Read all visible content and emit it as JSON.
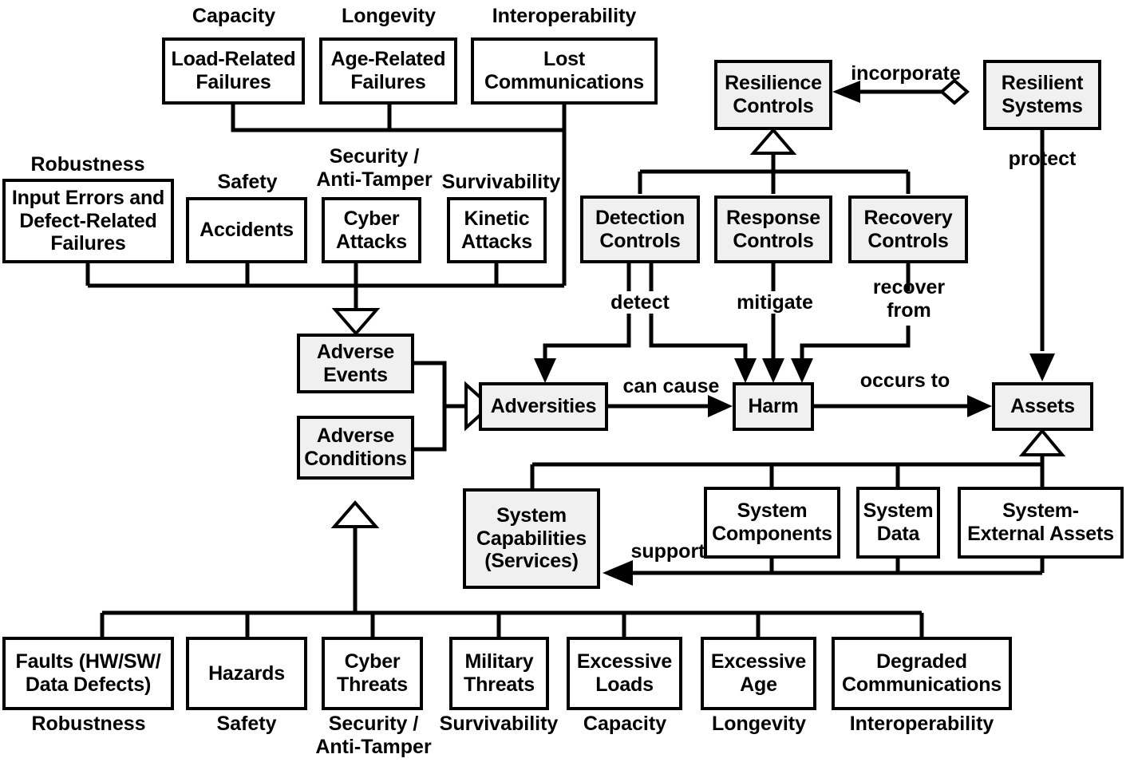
{
  "diagram": {
    "title": "Resilience Ontology Diagram",
    "colors": {
      "line": "#000000",
      "node_fill_white": "#ffffff",
      "node_fill_gray": "#f0f0f0",
      "text": "#000000"
    },
    "quality_labels": [
      {
        "id": "q-capacity-top",
        "text": "Capacity"
      },
      {
        "id": "q-longevity-top",
        "text": "Longevity"
      },
      {
        "id": "q-interoperability-top",
        "text": "Interoperability"
      },
      {
        "id": "q-robustness-top",
        "text": "Robustness"
      },
      {
        "id": "q-safety-top",
        "text": "Safety"
      },
      {
        "id": "q-security-top",
        "text": "Security /\nAnti-Tamper"
      },
      {
        "id": "q-survivability-top",
        "text": "Survivability"
      },
      {
        "id": "q-robustness-bot",
        "text": "Robustness"
      },
      {
        "id": "q-safety-bot",
        "text": "Safety"
      },
      {
        "id": "q-security-bot",
        "text": "Security /\nAnti-Tamper"
      },
      {
        "id": "q-survivability-bot",
        "text": "Survivability"
      },
      {
        "id": "q-capacity-bot",
        "text": "Capacity"
      },
      {
        "id": "q-longevity-bot",
        "text": "Longevity"
      },
      {
        "id": "q-interoperability-bot",
        "text": "Interoperability"
      }
    ],
    "nodes": [
      {
        "id": "load-related-failures",
        "label": "Load-Related\nFailures"
      },
      {
        "id": "age-related-failures",
        "label": "Age-Related\nFailures"
      },
      {
        "id": "lost-communications",
        "label": "Lost\nCommunications"
      },
      {
        "id": "input-errors",
        "label": "Input Errors and\nDefect-Related\nFailures"
      },
      {
        "id": "accidents",
        "label": "Accidents"
      },
      {
        "id": "cyber-attacks",
        "label": "Cyber\nAttacks"
      },
      {
        "id": "kinetic-attacks",
        "label": "Kinetic\nAttacks"
      },
      {
        "id": "resilience-controls",
        "label": "Resilience\nControls"
      },
      {
        "id": "resilient-systems",
        "label": "Resilient\nSystems"
      },
      {
        "id": "detection-controls",
        "label": "Detection\nControls"
      },
      {
        "id": "response-controls",
        "label": "Response\nControls"
      },
      {
        "id": "recovery-controls",
        "label": "Recovery\nControls"
      },
      {
        "id": "adverse-events",
        "label": "Adverse\nEvents"
      },
      {
        "id": "adverse-conditions",
        "label": "Adverse\nConditions"
      },
      {
        "id": "adversities",
        "label": "Adversities"
      },
      {
        "id": "harm",
        "label": "Harm"
      },
      {
        "id": "assets",
        "label": "Assets"
      },
      {
        "id": "system-capabilities",
        "label": "System\nCapabilities\n(Services)"
      },
      {
        "id": "system-components",
        "label": "System\nComponents"
      },
      {
        "id": "system-data",
        "label": "System\nData"
      },
      {
        "id": "system-external-assets",
        "label": "System-External\nAssets"
      },
      {
        "id": "faults",
        "label": "Faults (HW/SW/\nData Defects)"
      },
      {
        "id": "hazards",
        "label": "Hazards"
      },
      {
        "id": "cyber-threats",
        "label": "Cyber\nThreats"
      },
      {
        "id": "military-threats",
        "label": "Military\nThreats"
      },
      {
        "id": "excessive-loads",
        "label": "Excessive\nLoads"
      },
      {
        "id": "excessive-age",
        "label": "Excessive\nAge"
      },
      {
        "id": "degraded-communications",
        "label": "Degraded\nCommunications"
      }
    ],
    "relationship_labels": [
      {
        "id": "rel-incorporate",
        "text": "incorporate"
      },
      {
        "id": "rel-protect",
        "text": "protect"
      },
      {
        "id": "rel-detect",
        "text": "detect"
      },
      {
        "id": "rel-mitigate",
        "text": "mitigate"
      },
      {
        "id": "rel-recover-from",
        "text": "recover\nfrom"
      },
      {
        "id": "rel-can-cause",
        "text": "can cause"
      },
      {
        "id": "rel-occurs-to",
        "text": "occurs to"
      },
      {
        "id": "rel-support",
        "text": "support"
      }
    ]
  }
}
